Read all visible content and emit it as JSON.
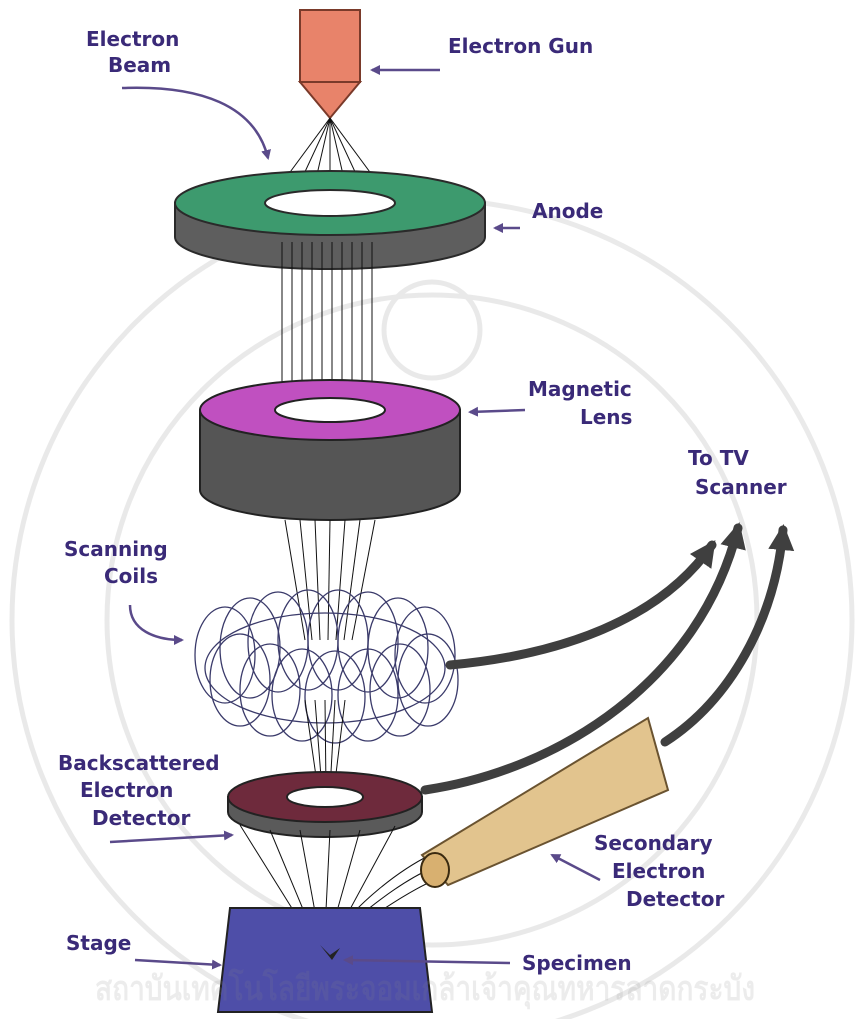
{
  "labels": {
    "electron_beam": [
      "Electron",
      "Beam"
    ],
    "electron_gun": "Electron Gun",
    "anode": "Anode",
    "magnetic_lens": [
      "Magnetic",
      "Lens"
    ],
    "to_tv_scanner": [
      "To TV",
      "Scanner"
    ],
    "scanning_coils": [
      "Scanning",
      "Coils"
    ],
    "backscattered_detector": [
      "Backscattered",
      "Electron",
      "Detector"
    ],
    "secondary_detector": [
      "Secondary",
      "Electron",
      "Detector"
    ],
    "stage": "Stage",
    "specimen": "Specimen"
  },
  "watermark_text": [
    "สถาบันเทคโนโลยีพระจอมเกล้าเจ้าคุณทหารลาดกระบัง"
  ],
  "colors": {
    "label_text": "#3a2a78",
    "arrow": "#5a4a8a",
    "gun": "#e8836a",
    "anode_top": "#3d9a6e",
    "lens_top": "#c050c0",
    "ring_side": "#5a5a5a",
    "bse_top": "#6e2a3c",
    "secondary_detector": "#e2c48e",
    "stage": "#4e4ea8",
    "signal_arrow": "#3f3f3f"
  }
}
